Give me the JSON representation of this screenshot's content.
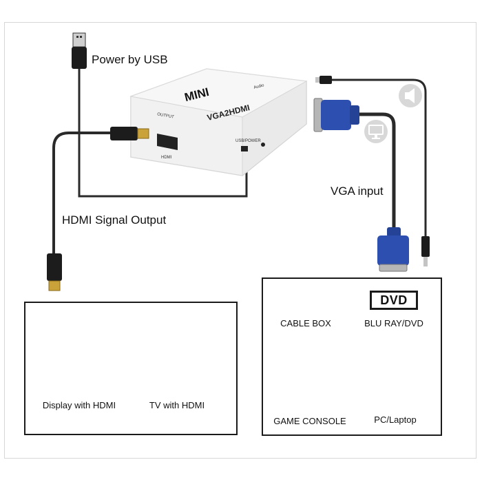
{
  "labels": {
    "power": "Power by USB",
    "hdmi_output": "HDMI Signal Output",
    "vga_input": "VGA input"
  },
  "device": {
    "mini": "MINI",
    "model": "VGA2HDMI",
    "output": "OUTPUT",
    "hdmi": "HDMI",
    "usb_power": "USB/POWER",
    "audio": "Audio"
  },
  "outputs": [
    {
      "label": "Display with HDMI"
    },
    {
      "label": "TV with HDMI"
    }
  ],
  "inputs": {
    "dvd_logo": "DVD",
    "items": [
      {
        "label": "CABLE BOX"
      },
      {
        "label": "BLU RAY/DVD"
      },
      {
        "label": "GAME CONSOLE"
      },
      {
        "label": "PC/Laptop"
      }
    ]
  },
  "colors": {
    "cable": "#2a2a2a",
    "vga_blue": "#2d4fb0",
    "hdmi_gold": "#c9a23a",
    "box_white": "#f4f4f4"
  },
  "icons": [
    "usb-plug-icon",
    "hdmi-plug-icon",
    "vga-plug-icon",
    "audio-jack-icon",
    "speaker-icon",
    "monitor-small-icon",
    "desktop-monitor-icon",
    "tv-icon",
    "cable-box-icon",
    "dvd-logo-icon",
    "game-console-icon",
    "pc-laptop-icon"
  ]
}
